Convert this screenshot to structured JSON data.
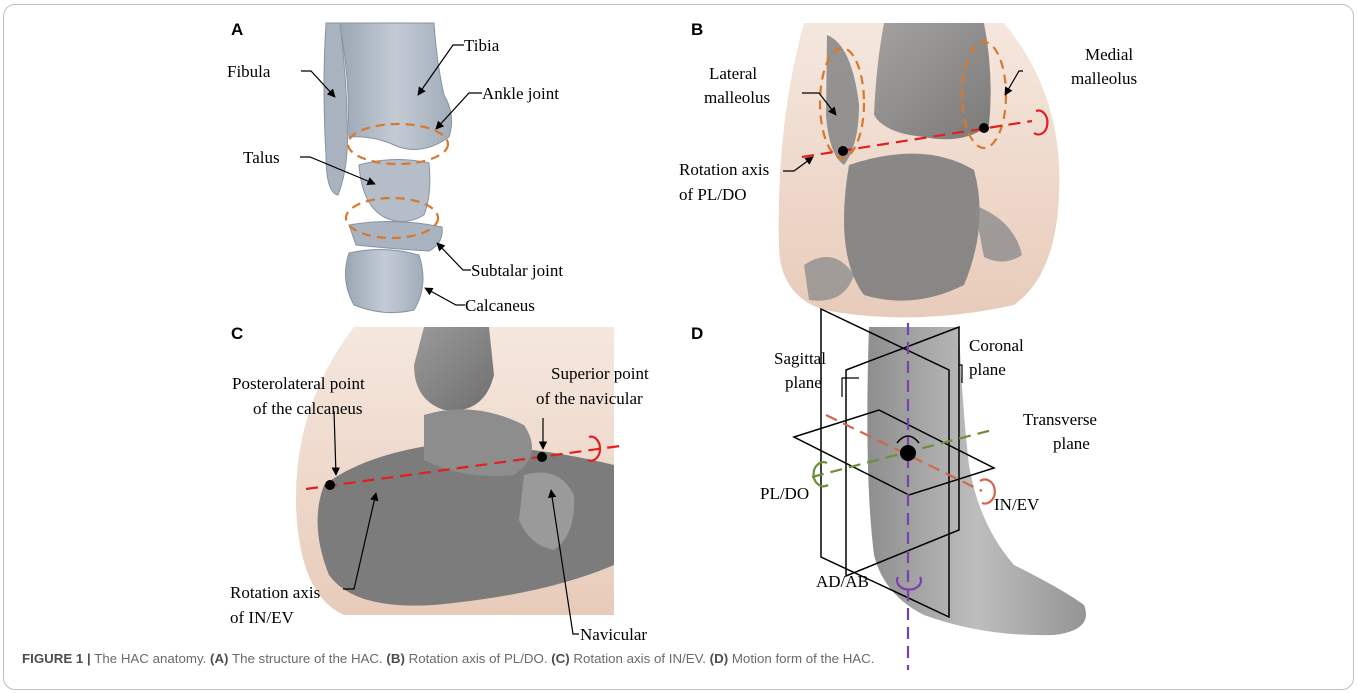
{
  "panels": {
    "A": {
      "letter": "A",
      "labels": {
        "tibia": "Tibia",
        "fibula": "Fibula",
        "ankle_joint": "Ankle joint",
        "talus": "Talus",
        "subtalar_joint": "Subtalar joint",
        "calcaneus": "Calcaneus"
      }
    },
    "B": {
      "letter": "B",
      "labels": {
        "lateral_1": "Lateral",
        "lateral_2": "malleolus",
        "medial_1": "Medial",
        "medial_2": "malleolus",
        "axis_1": "Rotation axis",
        "axis_2": "of PL/DO"
      }
    },
    "C": {
      "letter": "C",
      "labels": {
        "posterolateral_1": "Posterolateral point",
        "posterolateral_2": "of the calcaneus",
        "superior_1": "Superior point",
        "superior_2": "of the navicular",
        "axis_1": "Rotation axis",
        "axis_2": "of IN/EV",
        "navicular": "Navicular"
      }
    },
    "D": {
      "letter": "D",
      "labels": {
        "sagittal_1": "Sagittal",
        "sagittal_2": "plane",
        "coronal_1": "Coronal",
        "coronal_2": "plane",
        "transverse_1": "Transverse",
        "transverse_2": "plane",
        "pldo": "PL/DO",
        "inev": "IN/EV",
        "adab": "AD/AB"
      }
    }
  },
  "caption": {
    "figure_label": "FIGURE 1 |",
    "title": "The HAC anatomy.",
    "part_a_label": "(A)",
    "part_a_text": "The structure of the HAC.",
    "part_b_label": "(B)",
    "part_b_text": "Rotation axis of PL/DO.",
    "part_c_label": "(C)",
    "part_c_text": "Rotation axis of IN/EV.",
    "part_d_label": "(D)",
    "part_d_text": "Motion form of the HAC."
  },
  "colors": {
    "bone_light": "#b3bcc7",
    "bone_gray": "#8c8c8c",
    "skin": "#e9cfc0",
    "joint_orange": "#d9772b",
    "axis_red": "#e02020",
    "axis_green": "#6b8f3a",
    "axis_purple": "#7b3fb0",
    "axis_salmon": "#d2654e"
  }
}
